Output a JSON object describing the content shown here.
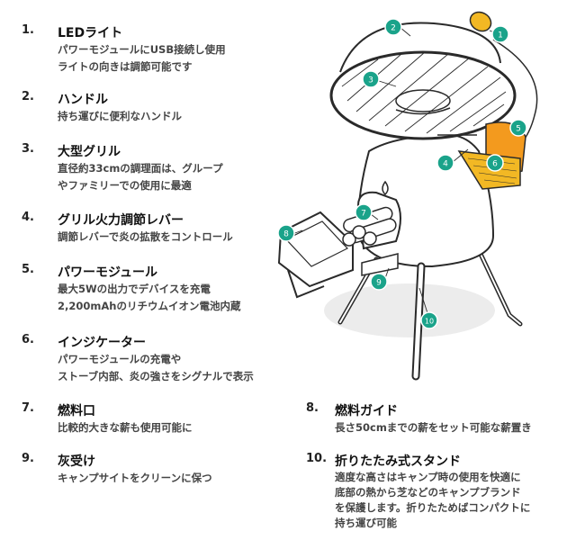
{
  "features": [
    {
      "num": "1.",
      "title": "LEDライト",
      "lines": [
        "パワーモジュールにUSB接続し使用",
        "ライトの向きは調節可能です"
      ]
    },
    {
      "num": "2.",
      "title": "ハンドル",
      "lines": [
        "持ち運びに便利なハンドル"
      ]
    },
    {
      "num": "3.",
      "title": "大型グリル",
      "lines": [
        "直径約33cmの調理面は、グループ",
        "やファミリーでの使用に最適"
      ]
    },
    {
      "num": "4.",
      "title": "グリル火力調節レバー",
      "lines": [
        "調節レバーで炎の拡散をコントロール"
      ]
    },
    {
      "num": "5.",
      "title": "パワーモジュール",
      "lines": [
        "最大5Wの出力でデバイスを充電",
        "2,200mAhのリチウムイオン電池内蔵"
      ]
    },
    {
      "num": "6.",
      "title": "インジケーター",
      "lines": [
        "パワーモジュールの充電や",
        "ストーブ内部、炎の強さをシグナルで表示"
      ]
    },
    {
      "num": "7.",
      "title": "燃料口",
      "lines": [
        "比較的大きな薪も使用可能に"
      ]
    },
    {
      "num": "8.",
      "title": "燃料ガイド",
      "lines": [
        "長さ50cmまでの薪をセット可能な薪置き"
      ]
    },
    {
      "num": "9.",
      "title": "灰受け",
      "lines": [
        "キャンプサイトをクリーンに保つ"
      ]
    },
    {
      "num": "10.",
      "title": "折りたたみ式スタンド",
      "lines": [
        "適度な高さはキャンプ時の使用を快適に",
        "底部の熱から芝などのキャンプブランド",
        "を保護します。折りたためばコンパクトに",
        "持ち運び可能"
      ]
    }
  ],
  "markers": [
    "1",
    "2",
    "3",
    "4",
    "5",
    "6",
    "7",
    "8",
    "9",
    "10"
  ],
  "colors": {
    "marker": "#1aa38a",
    "accent_yellow": "#f2b824",
    "orange": "#f39a1e",
    "ink": "#2a2a2a",
    "shadow": "#ececec"
  }
}
